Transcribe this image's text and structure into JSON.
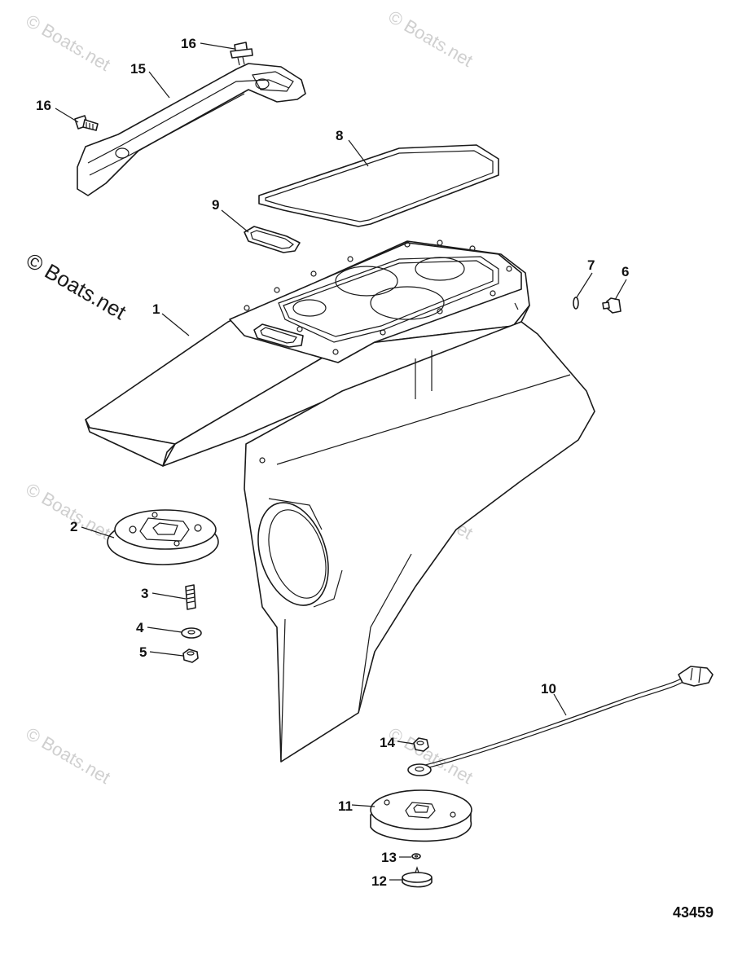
{
  "watermarks": {
    "text": "© Boats.net",
    "prominent_text": "© Boats.net"
  },
  "callouts": {
    "c1": "1",
    "c2": "2",
    "c3": "3",
    "c4": "4",
    "c5": "5",
    "c6": "6",
    "c7": "7",
    "c8": "8",
    "c9": "9",
    "c10": "10",
    "c11": "11",
    "c12": "12",
    "c13": "13",
    "c14": "14",
    "c15": "15",
    "c16a": "16",
    "c16b": "16"
  },
  "reference_number": "43459"
}
